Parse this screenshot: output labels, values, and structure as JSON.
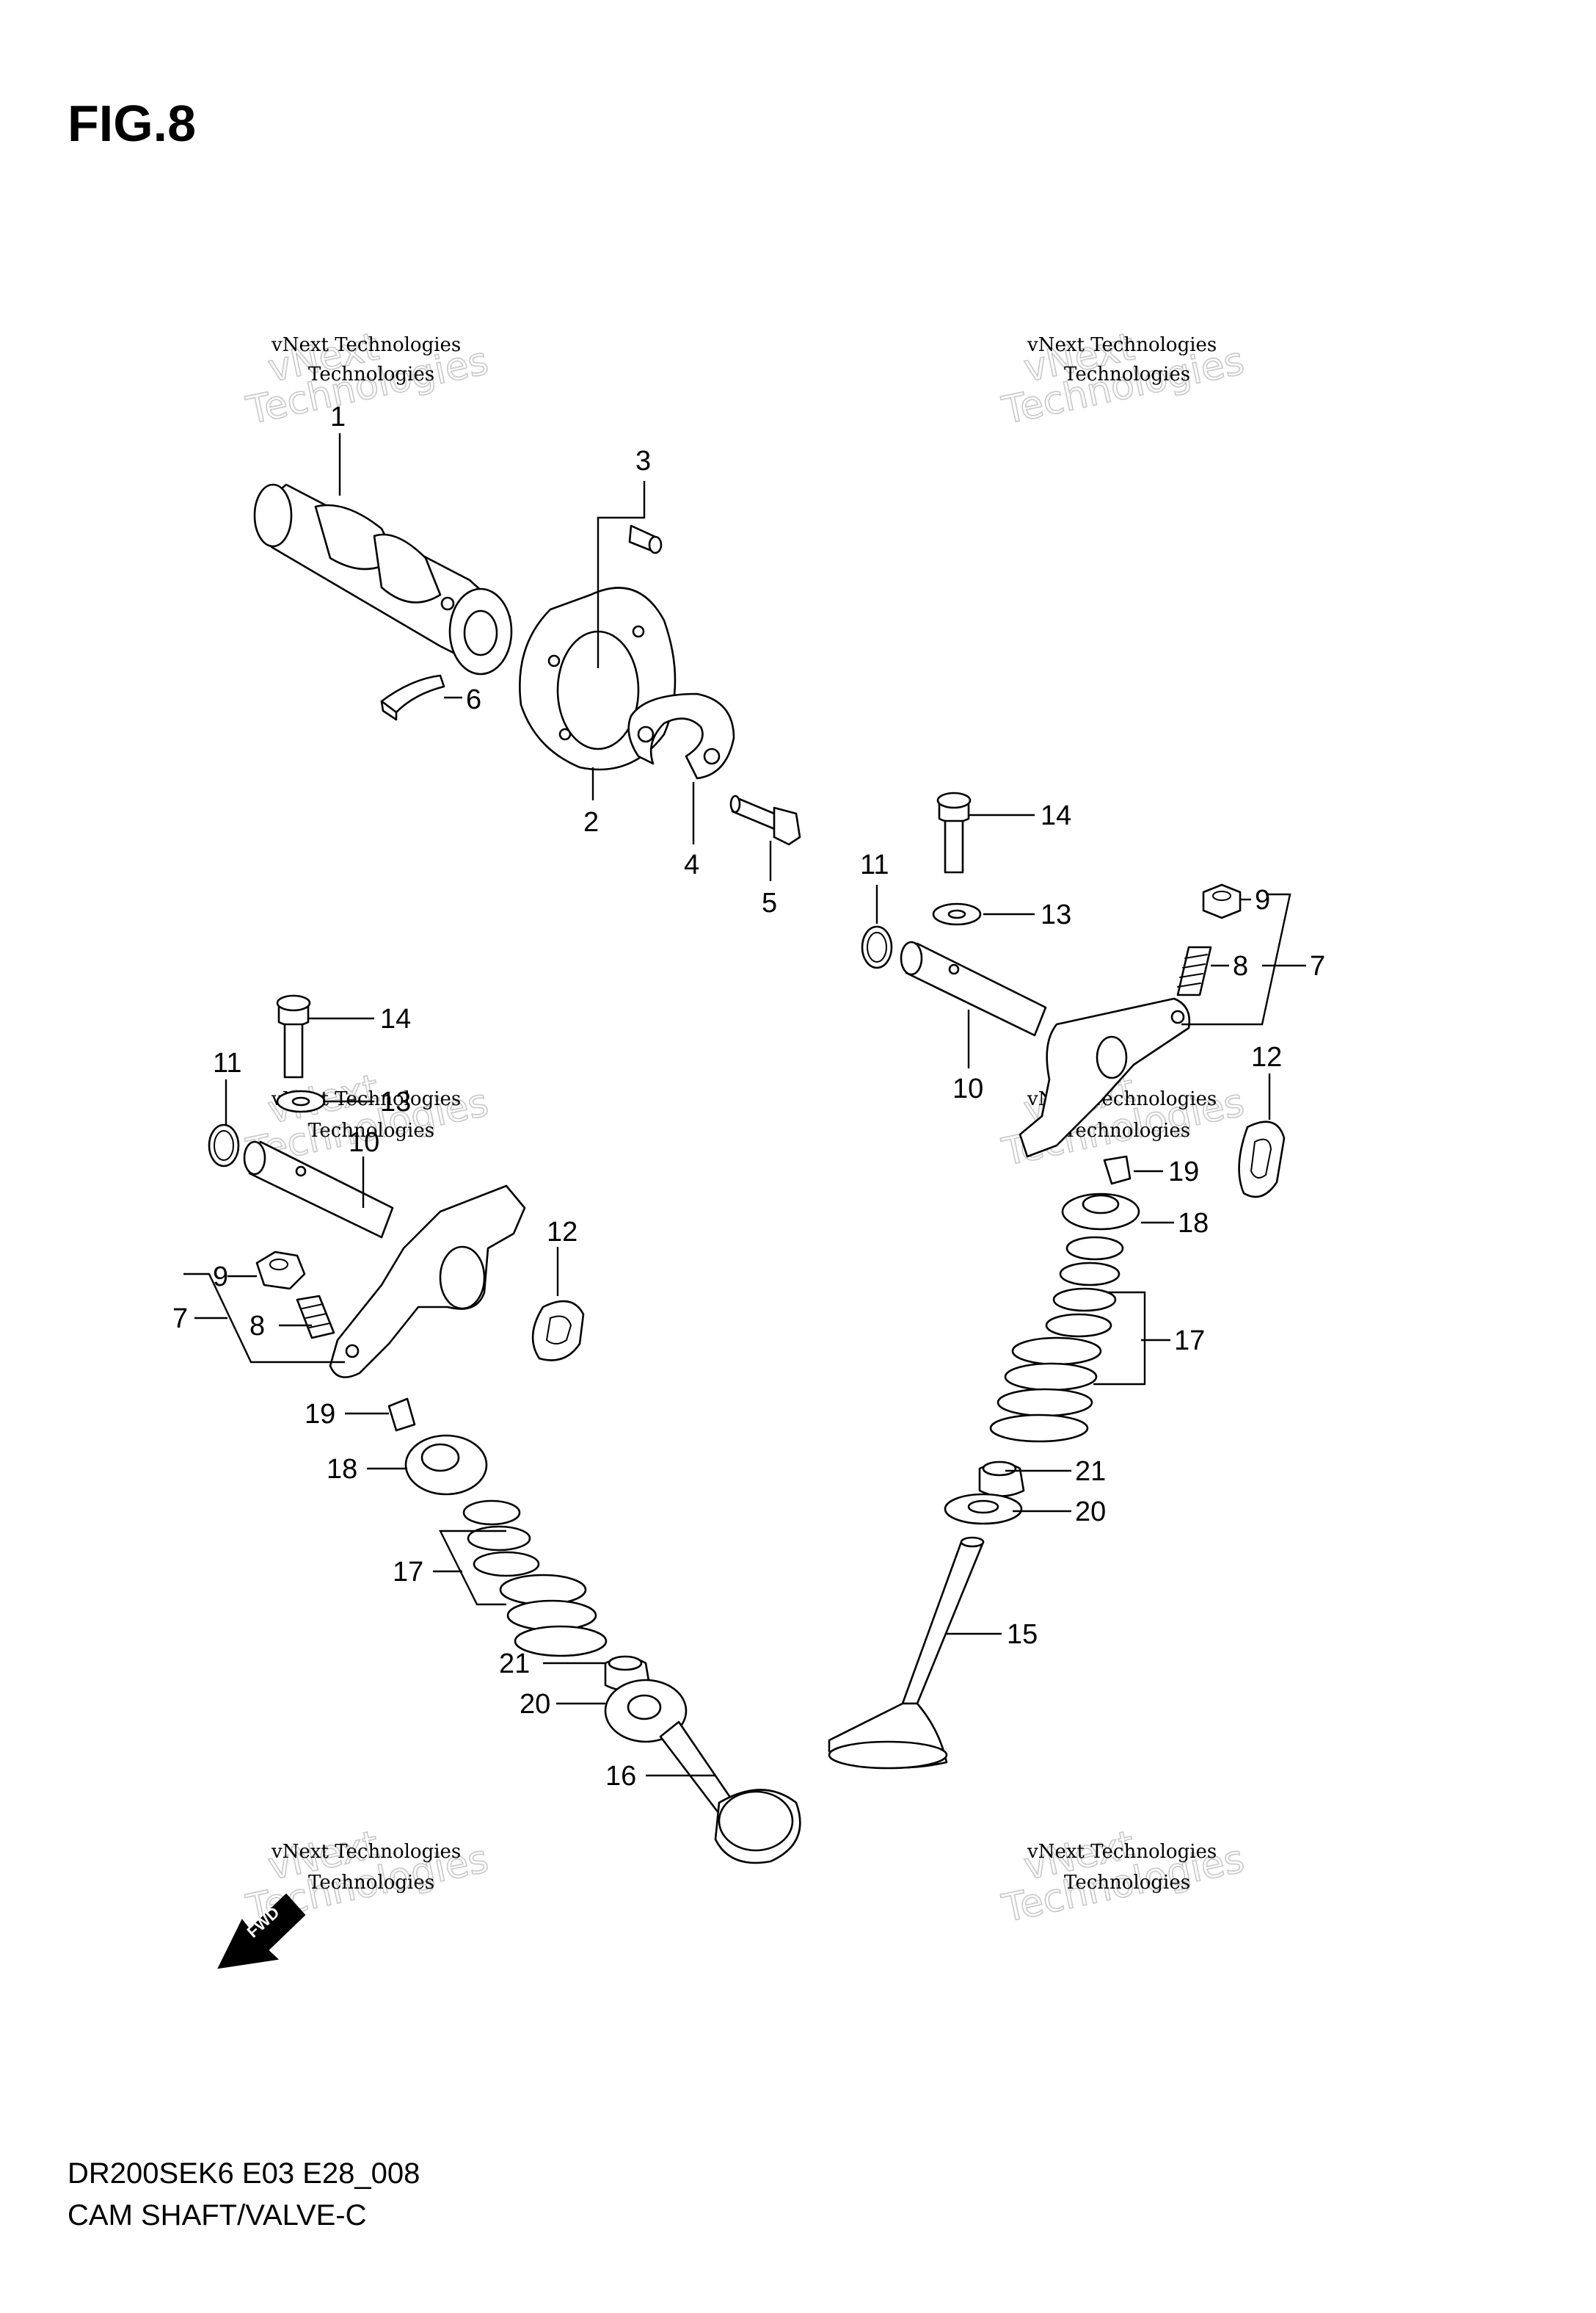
{
  "figure": {
    "title": "FIG.8"
  },
  "footer": {
    "model_code": "DR200SEK6 E03 E28_008",
    "assembly_name": "CAM SHAFT/VALVE-C"
  },
  "watermark": {
    "small": "vNext Technologies",
    "big": "vNext\nTechnologies"
  },
  "fwd_label": "FWD",
  "callouts": {
    "c1": "1",
    "c2": "2",
    "c3": "3",
    "c4": "4",
    "c5": "5",
    "c6": "6",
    "r7": "7",
    "r8": "8",
    "r9": "9",
    "r10": "10",
    "r11": "11",
    "r12": "12",
    "r13": "13",
    "r14": "14",
    "r15": "15",
    "r17": "17",
    "r18": "18",
    "r19": "19",
    "r20": "20",
    "r21": "21",
    "l7": "7",
    "l8": "8",
    "l9": "9",
    "l10": "10",
    "l11": "11",
    "l12": "12",
    "l13": "13",
    "l14": "14",
    "l16": "16",
    "l17": "17",
    "l18": "18",
    "l19": "19",
    "l20": "20",
    "l21": "21"
  }
}
